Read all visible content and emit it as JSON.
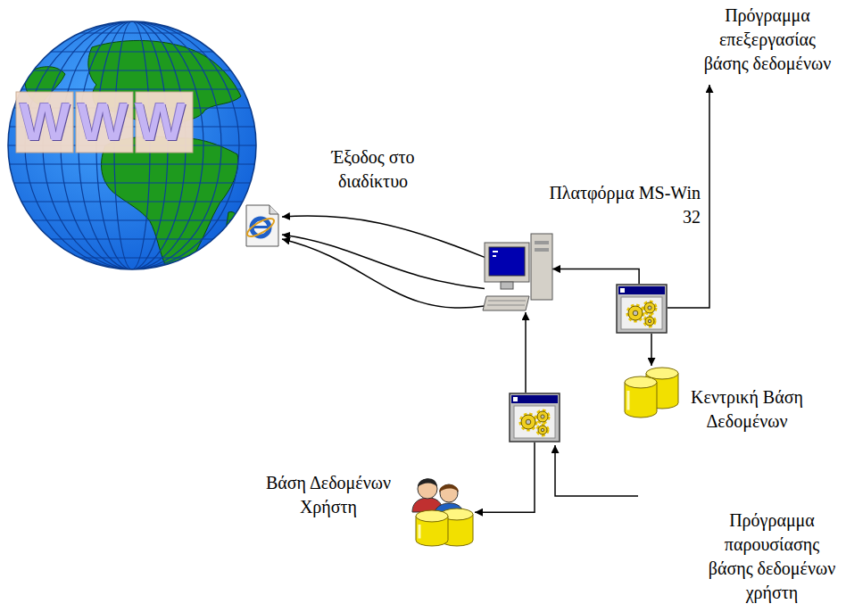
{
  "diagram": {
    "nodes": [
      {
        "text": [
          "WWW"
        ]
      },
      {
        "text": [
          "Έξοδος στο διαδίκτυο"
        ]
      },
      {
        "text": [
          "Πλατφόρμα MS-Win 32"
        ]
      },
      {
        "text": [
          "Πρόγραμμα επεξεργασίας βάσης δεδομένων"
        ]
      },
      {
        "text": [
          "Κεντρική Βάση Δεδομένων"
        ]
      },
      {
        "text": [
          "Πρόγραμμα παρουσίασης βάσης δεδομένων χρήστη"
        ]
      },
      {
        "text": [
          "Βάση Δεδομένων Χρήστη"
        ]
      }
    ],
    "edges": [
      {
        "from": 2,
        "to": 1,
        "arrow": "to"
      },
      {
        "from": 2,
        "to": 1,
        "arrow": "to"
      },
      {
        "from": 2,
        "to": 1,
        "arrow": "to"
      },
      {
        "from": 3,
        "to": 2,
        "arrow": "to"
      },
      {
        "from": 3,
        "to": 4,
        "arrow": "to"
      },
      {
        "from": 5,
        "to": 2,
        "arrow": "to"
      },
      {
        "from": 5,
        "to": 6,
        "arrow": "to"
      }
    ]
  }
}
